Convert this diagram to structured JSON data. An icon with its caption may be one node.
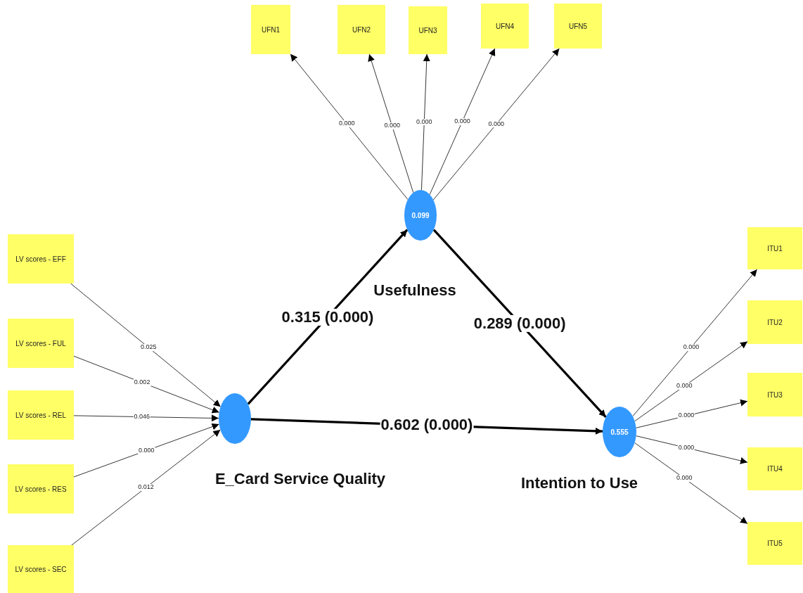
{
  "diagram": {
    "nodes": [
      {
        "text": [
          "UFN1"
        ]
      },
      {
        "text": [
          "UFN2"
        ]
      },
      {
        "text": [
          "UFN3"
        ]
      },
      {
        "text": [
          "UFN4"
        ]
      },
      {
        "text": [
          "UFN5"
        ]
      },
      {
        "text": [
          "0.099"
        ],
        "beside": [
          "Usefulness"
        ]
      },
      {
        "text": [
          "LV scores - EFF"
        ]
      },
      {
        "text": [
          "LV scores - FUL"
        ]
      },
      {
        "text": [
          "LV scores - REL"
        ]
      },
      {
        "text": [
          "LV scores - RES"
        ]
      },
      {
        "text": [
          "LV scores - SEC"
        ]
      },
      {
        "text": [],
        "shape": "circle",
        "beside": [
          "E_Card Service Quality"
        ]
      },
      {
        "text": [
          "0.555"
        ],
        "beside": [
          "Intention to Use"
        ]
      },
      {
        "text": [
          "ITU1"
        ]
      },
      {
        "text": [
          "ITU2"
        ]
      },
      {
        "text": [
          "ITU3"
        ]
      },
      {
        "text": [
          "ITU4"
        ]
      },
      {
        "text": [
          "ITU5"
        ]
      }
    ],
    "edges": [
      {
        "from": 5,
        "to": 0,
        "arrow": "to",
        "label": "0.000"
      },
      {
        "from": 5,
        "to": 1,
        "arrow": "to",
        "label": "0.000"
      },
      {
        "from": 5,
        "to": 2,
        "arrow": "to",
        "label": "0.000"
      },
      {
        "from": 5,
        "to": 3,
        "arrow": "to",
        "label": "0.000"
      },
      {
        "from": 5,
        "to": 4,
        "arrow": "to",
        "label": "0.000"
      },
      {
        "from": 6,
        "to": 11,
        "arrow": "to",
        "label": "0.025"
      },
      {
        "from": 7,
        "to": 11,
        "arrow": "to",
        "label": "0.002"
      },
      {
        "from": 8,
        "to": 11,
        "arrow": "to",
        "label": "0.046"
      },
      {
        "from": 9,
        "to": 11,
        "arrow": "to",
        "label": "0.000"
      },
      {
        "from": 10,
        "to": 11,
        "arrow": "to",
        "label": "0.012"
      },
      {
        "from": 11,
        "to": 5,
        "arrow": "to",
        "label": "0.315 (0.000)",
        "style": "thick"
      },
      {
        "from": 5,
        "to": 12,
        "arrow": "to",
        "label": "0.289 (0.000)",
        "style": "thick"
      },
      {
        "from": 11,
        "to": 12,
        "arrow": "to",
        "label": "0.602 (0.000)",
        "style": "thick"
      },
      {
        "from": 12,
        "to": 13,
        "arrow": "to",
        "label": "0.000"
      },
      {
        "from": 12,
        "to": 14,
        "arrow": "to",
        "label": "0.000"
      },
      {
        "from": 12,
        "to": 15,
        "arrow": "to",
        "label": "0.000"
      },
      {
        "from": 12,
        "to": 16,
        "arrow": "to",
        "label": "0.000"
      },
      {
        "from": 12,
        "to": 17,
        "arrow": "to",
        "label": "0.000"
      }
    ]
  }
}
